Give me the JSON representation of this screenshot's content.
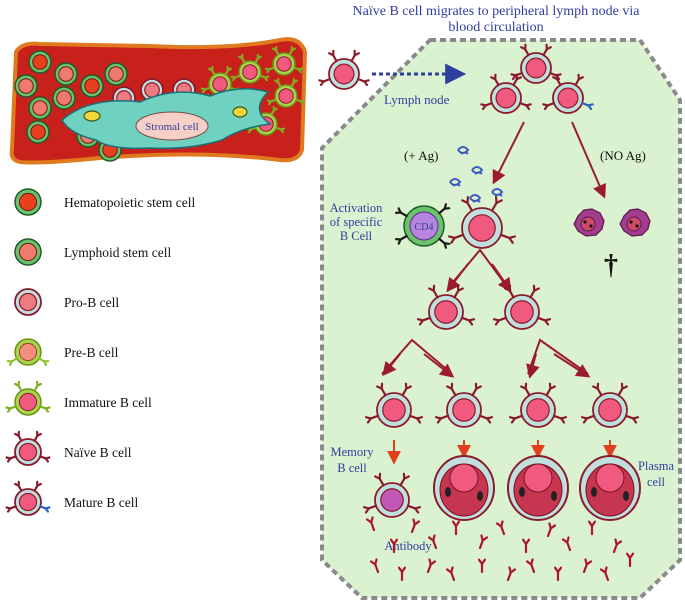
{
  "diagram": {
    "title_line1": "Naïve B cell migrates to peripheral lymph node via",
    "title_line2": "blood circulation",
    "lymph_node": "Lymph node",
    "stromal_cell": "Stromal cell",
    "plus_ag": "(+ Ag)",
    "no_ag": "(NO Ag)",
    "activation_line1": "Activation",
    "activation_line2": "of specific",
    "activation_line3": "B Cell",
    "cd4": "CD4",
    "memory_line1": "Memory",
    "memory_line2": "B cell",
    "plasma_line1": "Plasma",
    "plasma_line2": "cell",
    "antibody": "Antibody",
    "death_symbol": "†"
  },
  "legend": [
    {
      "label": "Hematopoietic stem cell",
      "icon": "hematopoietic-stem-cell-icon"
    },
    {
      "label": "Lymphoid stem cell",
      "icon": "lymphoid-stem-cell-icon"
    },
    {
      "label": "Pro-B cell",
      "icon": "pro-b-cell-icon"
    },
    {
      "label": "Pre-B cell",
      "icon": "pre-b-cell-icon"
    },
    {
      "label": "Immature B cell",
      "icon": "immature-b-cell-icon"
    },
    {
      "label": "Naïve B cell",
      "icon": "naive-b-cell-icon"
    },
    {
      "label": "Mature B cell",
      "icon": "mature-b-cell-icon"
    }
  ],
  "colors": {
    "bone_marrow_red": "#c8201a",
    "bone_outline": "#e07a1e",
    "lymph_node_fill": "#daf2cf",
    "lymph_node_border": "#8a8a8a",
    "cell_outline": "#8b1a2c",
    "cell_membrane": "#bfe0dc",
    "nucleus_pink": "#f05a7e",
    "antibody_red": "#b0152a",
    "arrow_dark_red": "#9c1b2b",
    "arrow_orange": "#e0401e",
    "stem_green": "#5cb85c",
    "pre_b_green": "#a6d64a",
    "text_blue": "#2f3f9e",
    "cd4_purple": "#b685de",
    "dead_cell_purple": "#a23c8c"
  }
}
